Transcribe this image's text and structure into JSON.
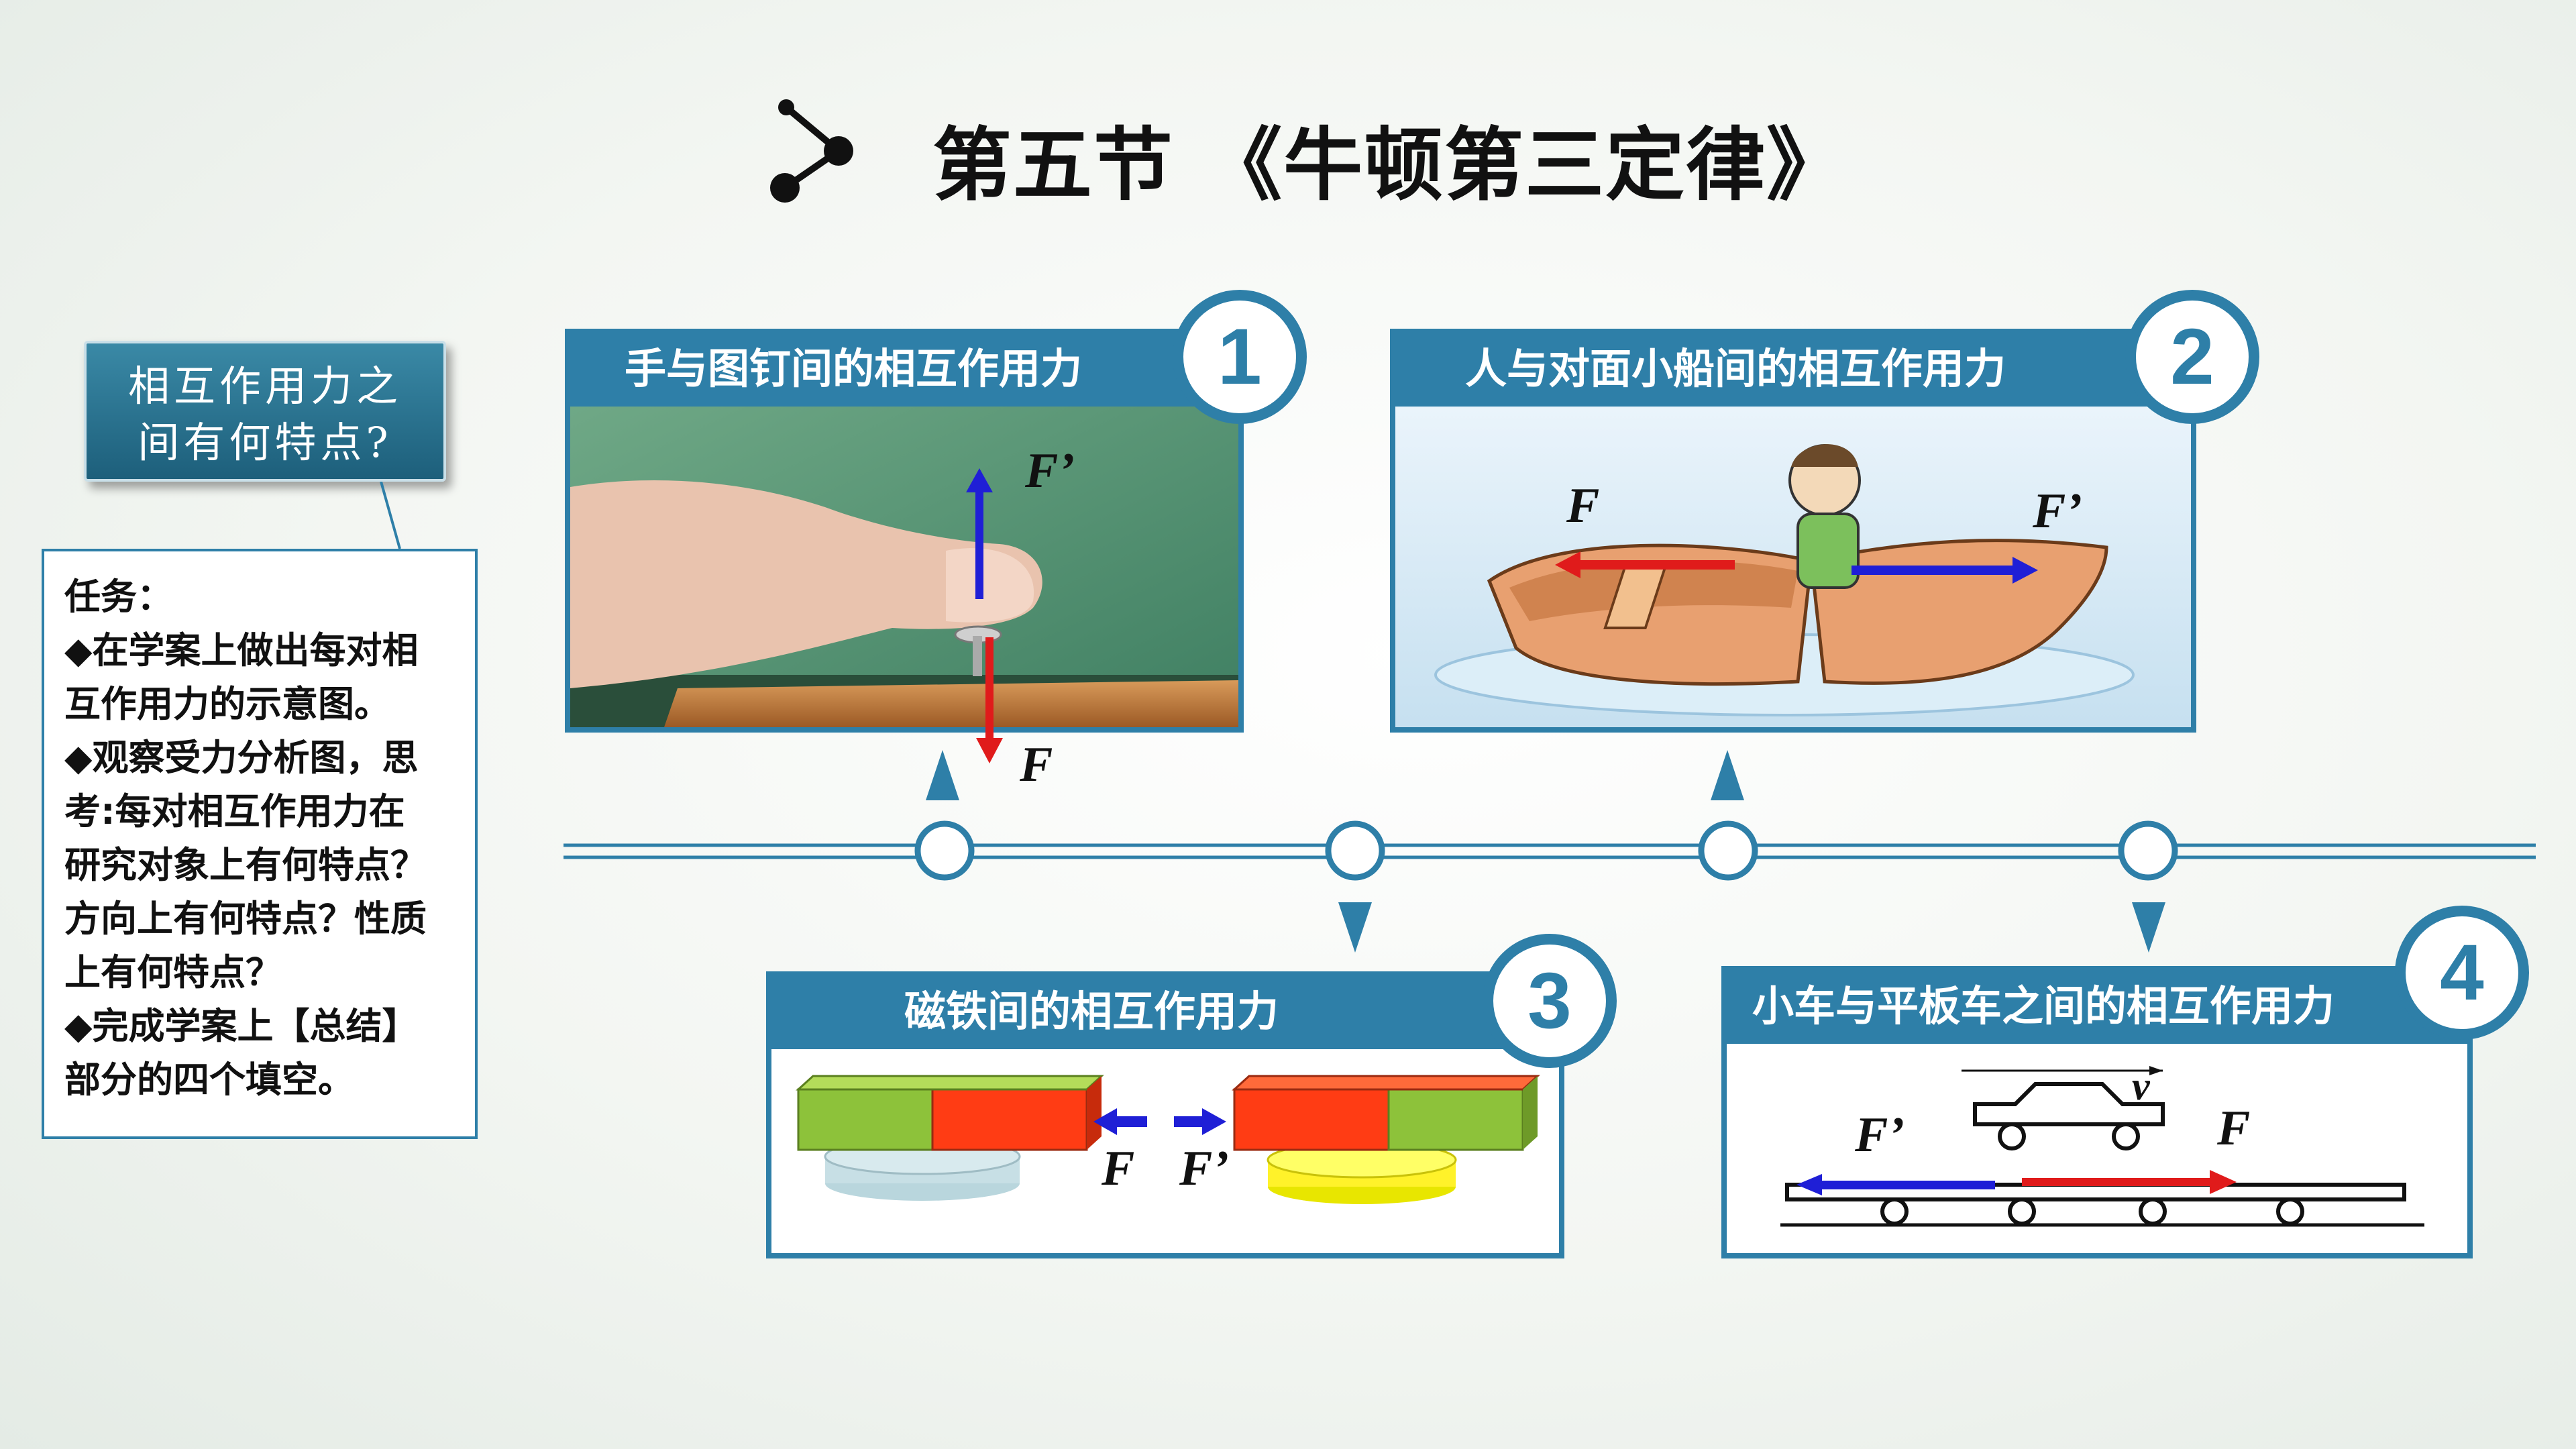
{
  "header": {
    "title": "第五节  《牛顿第三定律》"
  },
  "callout": {
    "line1": "相互作用力之",
    "line2": "间有何特点?"
  },
  "task": {
    "lines": [
      "任务：",
      "◆在学案上做出每对相",
      "互作用力的示意图。",
      "◆观察受力分析图，思",
      "考:每对相互作用力在",
      "研究对象上有何特点？",
      "方向上有何特点？性质",
      "上有何特点？",
      "◆完成学案上【总结】",
      "部分的四个填空。"
    ]
  },
  "cards": [
    {
      "number": "1",
      "title": "手与图钉间的相互作用力",
      "labels": [
        "F’",
        "F"
      ]
    },
    {
      "number": "2",
      "title": "人与对面小船间的相互作用力",
      "labels": [
        "F",
        "F’"
      ]
    },
    {
      "number": "3",
      "title": "磁铁间的相互作用力",
      "labels": [
        "F",
        "F’"
      ]
    },
    {
      "number": "4",
      "title": "小车与平板车之间的相互作用力",
      "labels": [
        "F’",
        "F",
        "v"
      ]
    }
  ],
  "colors": {
    "accent": "#2e7fa8",
    "force_red": "#e01b1b",
    "force_blue": "#1f1fd6"
  }
}
